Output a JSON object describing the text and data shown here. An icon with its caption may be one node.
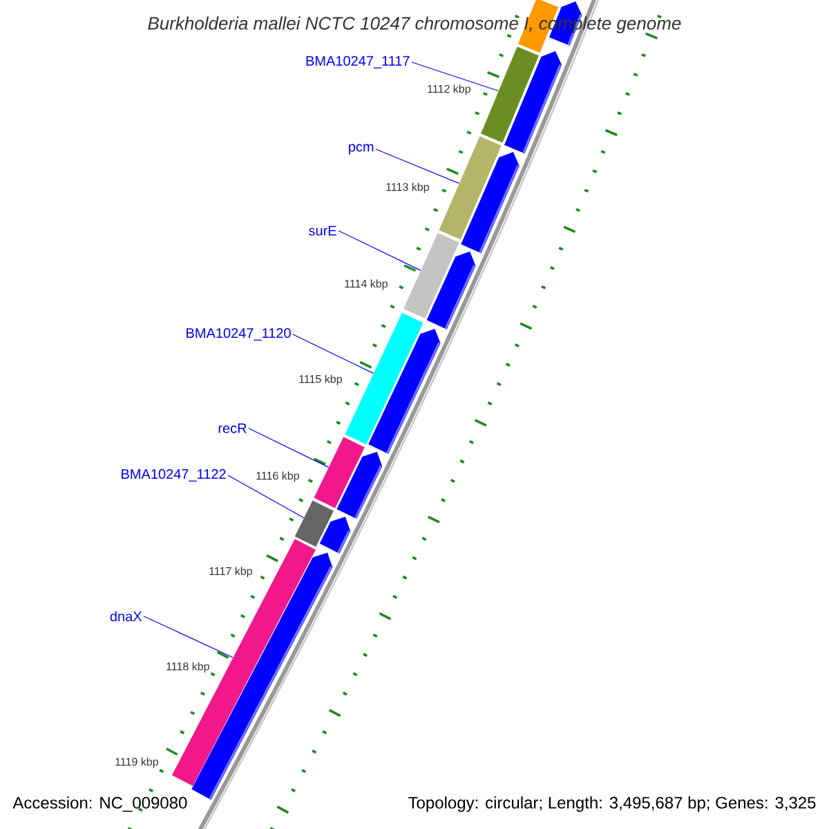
{
  "diagram": {
    "title": "Burkholderia mallei NCTC 10247 chromosome I, complete genome",
    "nodes": [
      {
        "text": [
          "BMA10247_1117"
        ]
      },
      {
        "text": [
          "pcm"
        ]
      },
      {
        "text": [
          "surE"
        ]
      },
      {
        "text": [
          "BMA10247_1120"
        ]
      },
      {
        "text": [
          "recR"
        ]
      },
      {
        "text": [
          "BMA10247_1122"
        ]
      },
      {
        "text": [
          "dnaX"
        ]
      },
      {
        "text": [],
        "shape": "bar"
      },
      {
        "text": [],
        "shape": "bar"
      },
      {
        "text": [],
        "shape": "bar"
      },
      {
        "text": [],
        "shape": "bar"
      },
      {
        "text": [],
        "shape": "bar"
      },
      {
        "text": [],
        "shape": "bar"
      },
      {
        "text": [],
        "shape": "bar"
      },
      {
        "text": [],
        "shape": "bar"
      }
    ],
    "edges": [
      {
        "from": 0,
        "to": 8,
        "arrow": "none"
      },
      {
        "from": 1,
        "to": 9,
        "arrow": "none"
      },
      {
        "from": 2,
        "to": 10,
        "arrow": "none"
      },
      {
        "from": 3,
        "to": 11,
        "arrow": "none"
      },
      {
        "from": 4,
        "to": 12,
        "arrow": "none"
      },
      {
        "from": 5,
        "to": 13,
        "arrow": "none"
      },
      {
        "from": 6,
        "to": 14,
        "arrow": "none"
      }
    ],
    "labels": [
      "1112 kbp",
      "1113 kbp",
      "1114 kbp",
      "1115 kbp",
      "1116 kbp",
      "1117 kbp",
      "1118 kbp",
      "1119 kbp",
      "Accession: NC_009080",
      "Topology: circular; Length: 3,495,687 bp; Genes: 3,325"
    ]
  }
}
